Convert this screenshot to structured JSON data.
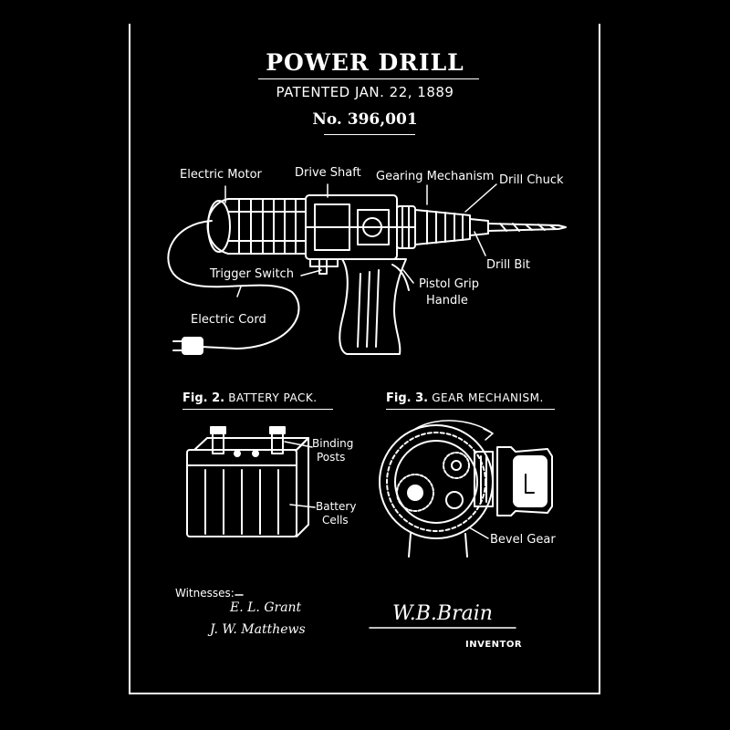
{
  "header": {
    "title": "POWER DRILL",
    "patented": "PATENTED JAN. 22, 1889",
    "number": "No. 396,001"
  },
  "fig1": {
    "labels": {
      "electric_motor": "Electric Motor",
      "drive_shaft": "Drive Shaft",
      "gearing_mechanism": "Gearing Mechanism",
      "drill_chuck": "Drill Chuck",
      "drill_bit": "Drill Bit",
      "trigger_switch": "Trigger Switch",
      "pistol_grip_1": "Pistol Grip",
      "pistol_grip_2": "Handle",
      "electric_cord": "Electric Cord"
    }
  },
  "fig2": {
    "caption_num": "Fig. 2.",
    "caption_text": "BATTERY PACK.",
    "labels": {
      "binding_posts_1": "Binding",
      "binding_posts_2": "Posts",
      "battery_cells_1": "Battery",
      "battery_cells_2": "Cells"
    }
  },
  "fig3": {
    "caption_num": "Fig. 3.",
    "caption_text": "GEAR MECHANISM.",
    "labels": {
      "bevel_gear": "Bevel Gear"
    }
  },
  "footer": {
    "witnesses_label": "Witnesses:",
    "witness_1": "E. L. Grant",
    "witness_2": "J. W. Matthews",
    "inventor_signature": "W.B.Brain",
    "inventor_label": "INVENTOR"
  },
  "colors": {
    "background": "#000000",
    "ink": "#ffffff"
  }
}
